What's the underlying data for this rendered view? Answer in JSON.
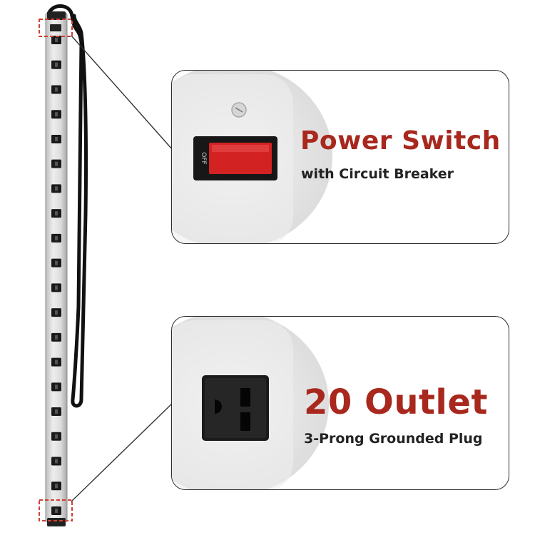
{
  "callouts": {
    "switch": {
      "title": "Power Switch",
      "subtitle": "with Circuit Breaker",
      "switch_label": "OFF"
    },
    "outlet": {
      "title": "20 Outlet",
      "subtitle": "3-Prong Grounded Plug"
    }
  },
  "product": {
    "outlet_count": 20
  },
  "colors": {
    "title_red": "#a8281e",
    "switch_red": "#d32222",
    "strip_silver": "#d9d9d9",
    "outlet_black": "#1a1a1a",
    "highlight_red": "#d04030"
  }
}
